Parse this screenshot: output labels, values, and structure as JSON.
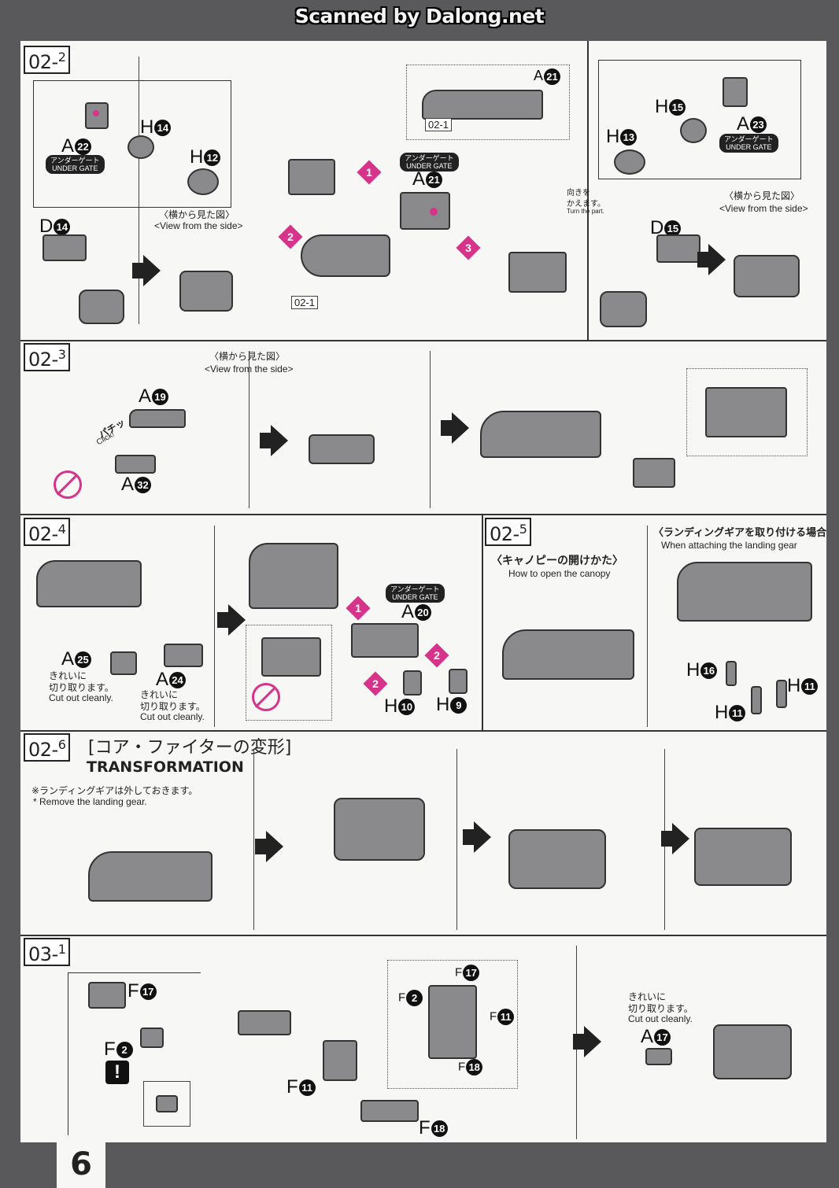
{
  "watermark": "Scanned by Dalong.net",
  "page_number": "6",
  "under_gate": {
    "jp": "アンダーゲート",
    "en": "UNDER GATE"
  },
  "view_side": {
    "jp": "〈横から見た図〉",
    "en": "<View from the side>"
  },
  "cut_out": {
    "jp1": "きれいに",
    "jp2": "切り取ります。",
    "en": "Cut out cleanly."
  },
  "turn_part": {
    "jp1": "向きを",
    "jp2": "かえます。",
    "en": "Turn the part."
  },
  "steps": {
    "s02_2": {
      "num": "02",
      "sub": "2",
      "ref": "02-1"
    },
    "s02_3": {
      "num": "02",
      "sub": "3"
    },
    "s02_4": {
      "num": "02",
      "sub": "4"
    },
    "s02_5": {
      "num": "02",
      "sub": "5",
      "canopy_jp": "〈キャノピーの開けかた〉",
      "canopy_en": "How to open the canopy",
      "gear_jp": "〈ランディングギアを取り付ける場合〉",
      "gear_en": "When attaching the landing gear"
    },
    "s02_6": {
      "num": "02",
      "sub": "6",
      "title_jp": "[コア・ファイターの変形]",
      "title_en": "TRANSFORMATION",
      "note_jp": "※ランディングギアは外しておきます。",
      "note_en": "* Remove the landing gear."
    },
    "s03_1": {
      "num": "03",
      "sub": "1"
    }
  },
  "parts": {
    "A": "A",
    "D": "D",
    "F": "F",
    "H": "H",
    "n2": "2",
    "n9": "9",
    "n10": "10",
    "n11": "11",
    "n12": "12",
    "n13": "13",
    "n14": "14",
    "n15": "15",
    "n16": "16",
    "n17": "17",
    "n18": "18",
    "n19": "19",
    "n20": "20",
    "n21": "21",
    "n22": "22",
    "n23": "23",
    "n24": "24",
    "n25": "25",
    "n32": "32"
  },
  "click": {
    "jp": "パチッ",
    "en": "Click!"
  },
  "order": [
    "1",
    "2",
    "3"
  ],
  "colors": {
    "accent": "#d6338a",
    "part": "#8a8a8d",
    "outline": "#333333"
  }
}
